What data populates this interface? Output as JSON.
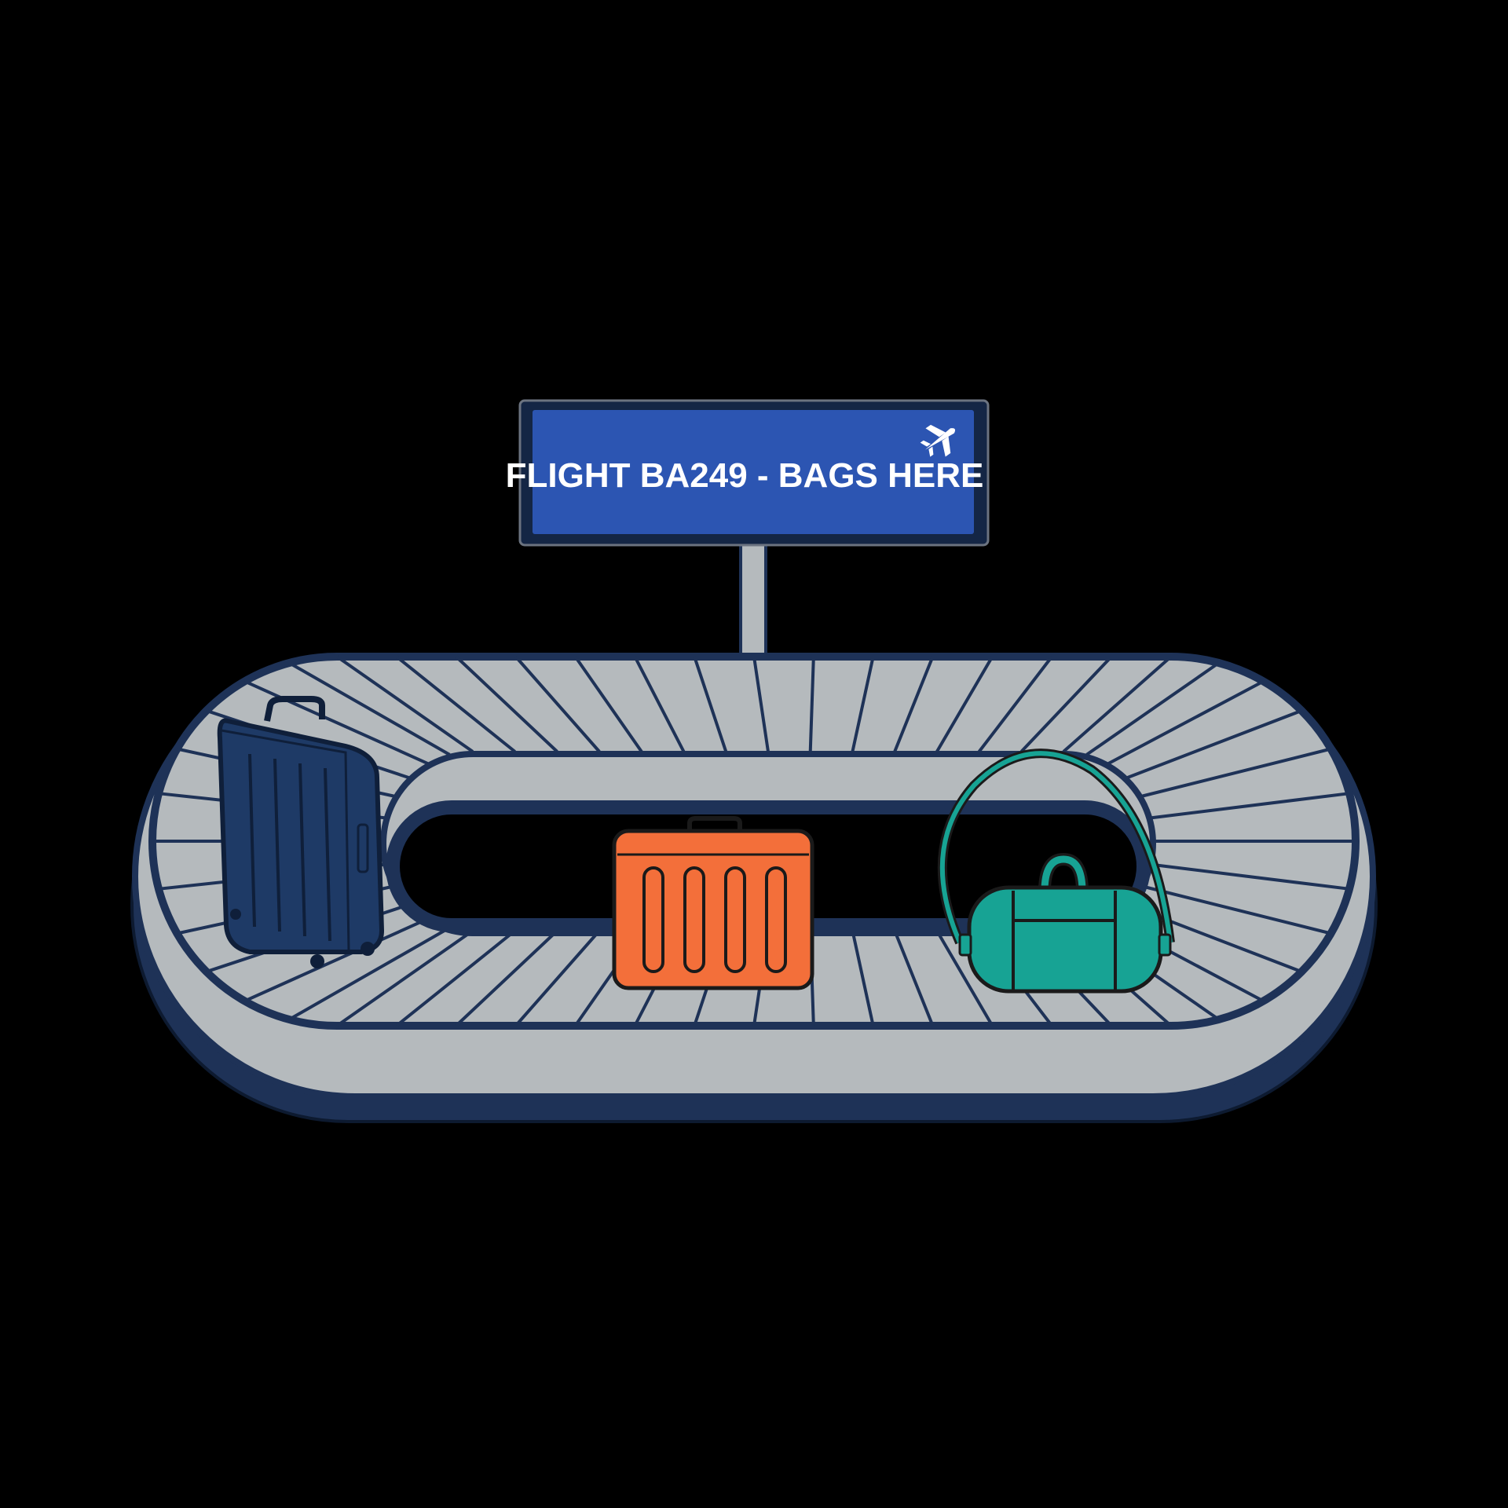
{
  "sign": {
    "text": "FLIGHT BA249 - BAGS HERE",
    "icon": "airplane-icon"
  },
  "colors": {
    "background": "#000000",
    "sign_blue": "#2c55b2",
    "belt_grey": "#b5babd",
    "outline_navy": "#1e3257",
    "suitcase_navy": "#1e3a66",
    "suitcase_orange": "#f36f3a",
    "bag_teal": "#17a394"
  },
  "items": [
    {
      "kind": "rolling-suitcase",
      "color": "navy"
    },
    {
      "kind": "hard-case",
      "color": "orange"
    },
    {
      "kind": "duffel-bag",
      "color": "teal"
    }
  ]
}
